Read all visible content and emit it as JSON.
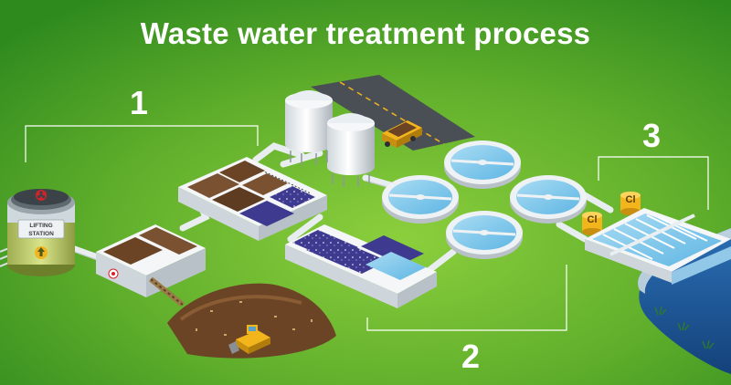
{
  "title": "Waste water treatment process",
  "stages": [
    {
      "number": "1"
    },
    {
      "number": "2"
    },
    {
      "number": "3"
    }
  ],
  "lifting_station": {
    "label_line1": "LIFTING",
    "label_line2": "STATION"
  },
  "chlorine_tanks": {
    "label": "Cl"
  },
  "colors": {
    "background_light": "#7cc63a",
    "background_dark": "#2f8a1e",
    "water": "#7fc8ea",
    "sludge": "#6b4426",
    "building": "#e9eef2",
    "pipe": "#e8edf0",
    "accent_yellow": "#f2b51b"
  },
  "icons": [
    "biohazard-icon",
    "arrow-up-icon"
  ]
}
